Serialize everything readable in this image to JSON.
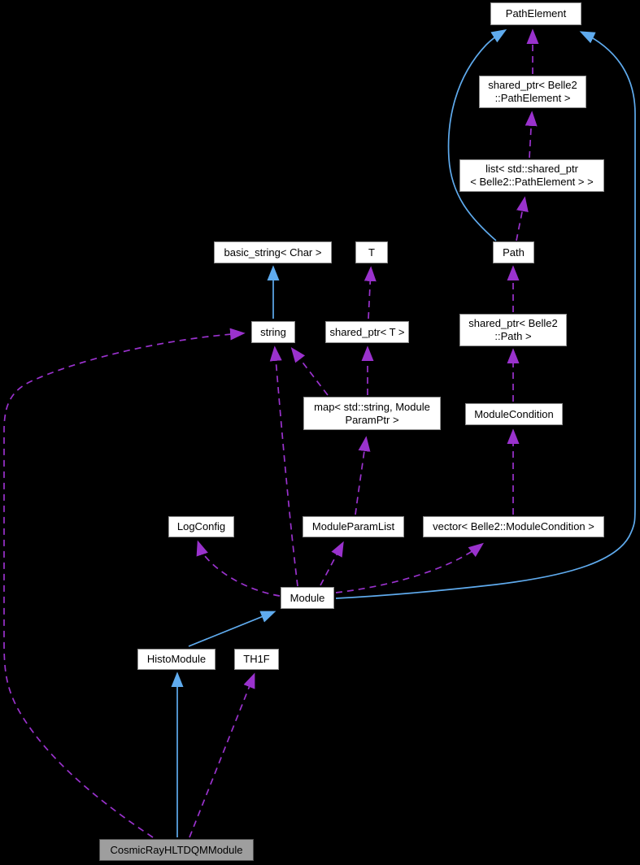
{
  "diagram": {
    "type": "collaboration-graph",
    "colors": {
      "background": "#000000",
      "node_fill": "#ffffff",
      "node_border": "#8f8f8f",
      "focus_node_fill": "#9e9e9e",
      "focus_node_border": "#4f4f4f",
      "inheritance_edge": "#5fabee",
      "usage_edge": "#9a32cd",
      "text": "#000000"
    },
    "nodes": [
      {
        "id": "PathElement",
        "label": "PathElement"
      },
      {
        "id": "shared_ptr_PathElement",
        "label": "shared_ptr< Belle2\n::PathElement >"
      },
      {
        "id": "list_shared_ptr",
        "label": "list< std::shared_ptr\n< Belle2::PathElement > >"
      },
      {
        "id": "basic_string",
        "label": "basic_string< Char >"
      },
      {
        "id": "T",
        "label": "T"
      },
      {
        "id": "Path",
        "label": "Path"
      },
      {
        "id": "string",
        "label": "string"
      },
      {
        "id": "shared_ptr_T",
        "label": "shared_ptr< T >"
      },
      {
        "id": "shared_ptr_Path",
        "label": "shared_ptr< Belle2\n::Path >"
      },
      {
        "id": "map_ModuleParamPtr",
        "label": "map< std::string, Module\nParamPtr >"
      },
      {
        "id": "ModuleCondition",
        "label": "ModuleCondition"
      },
      {
        "id": "LogConfig",
        "label": "LogConfig"
      },
      {
        "id": "ModuleParamList",
        "label": "ModuleParamList"
      },
      {
        "id": "vector_ModuleCondition",
        "label": "vector< Belle2::ModuleCondition >"
      },
      {
        "id": "Module",
        "label": "Module"
      },
      {
        "id": "HistoModule",
        "label": "HistoModule"
      },
      {
        "id": "TH1F",
        "label": "TH1F"
      },
      {
        "id": "CosmicRayHLTDQMModule",
        "label": "CosmicRayHLTDQMModule"
      }
    ],
    "edges": [
      {
        "from": "string",
        "to": "basic_string",
        "relation": "inherits"
      },
      {
        "from": "HistoModule",
        "to": "Module",
        "relation": "inherits"
      },
      {
        "from": "CosmicRayHLTDQMModule",
        "to": "HistoModule",
        "relation": "inherits"
      },
      {
        "from": "Module",
        "to": "PathElement",
        "relation": "inherits"
      },
      {
        "from": "Path",
        "to": "PathElement",
        "relation": "inherits"
      },
      {
        "from": "shared_ptr_PathElement",
        "to": "PathElement",
        "relation": "uses"
      },
      {
        "from": "list_shared_ptr",
        "to": "shared_ptr_PathElement",
        "relation": "uses"
      },
      {
        "from": "Path",
        "to": "list_shared_ptr",
        "relation": "uses"
      },
      {
        "from": "shared_ptr_Path",
        "to": "Path",
        "relation": "uses"
      },
      {
        "from": "ModuleCondition",
        "to": "shared_ptr_Path",
        "relation": "uses"
      },
      {
        "from": "vector_ModuleCondition",
        "to": "ModuleCondition",
        "relation": "uses"
      },
      {
        "from": "Module",
        "to": "vector_ModuleCondition",
        "relation": "uses"
      },
      {
        "from": "Module",
        "to": "ModuleParamList",
        "relation": "uses"
      },
      {
        "from": "Module",
        "to": "LogConfig",
        "relation": "uses"
      },
      {
        "from": "Module",
        "to": "string",
        "relation": "uses"
      },
      {
        "from": "ModuleParamList",
        "to": "map_ModuleParamPtr",
        "relation": "uses"
      },
      {
        "from": "map_ModuleParamPtr",
        "to": "shared_ptr_T",
        "relation": "uses"
      },
      {
        "from": "map_ModuleParamPtr",
        "to": "string",
        "relation": "uses"
      },
      {
        "from": "shared_ptr_T",
        "to": "T",
        "relation": "uses"
      },
      {
        "from": "CosmicRayHLTDQMModule",
        "to": "TH1F",
        "relation": "uses"
      },
      {
        "from": "CosmicRayHLTDQMModule",
        "to": "string",
        "relation": "uses"
      }
    ]
  }
}
